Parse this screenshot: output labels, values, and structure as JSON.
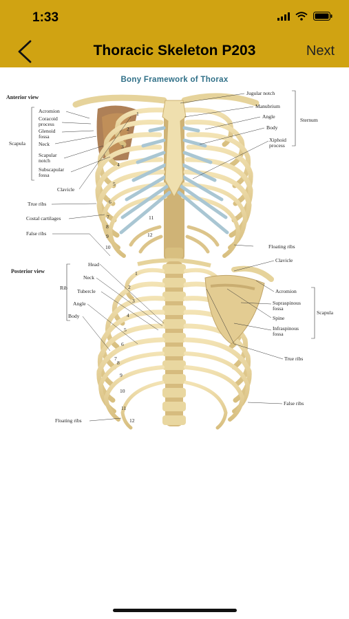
{
  "status": {
    "time": "1:33"
  },
  "nav": {
    "title": "Thoracic Skeleton P203",
    "next_label": "Next"
  },
  "figure": {
    "title": "Bony Framework of Thorax",
    "anterior": {
      "heading": "Anterior view",
      "left_labels": {
        "acromion": "Acromion",
        "coracoid1": "Coracoid",
        "coracoid2": "process",
        "glenoid1": "Glenoid",
        "glenoid2": "fossa",
        "neck": "Neck",
        "scapular1": "Scapular",
        "scapular2": "notch",
        "subscapular1": "Subscapular",
        "subscapular2": "fossa",
        "scapula_group": "Scapula",
        "clavicle": "Clavicle",
        "true_ribs": "True ribs",
        "costal": "Costal cartilages",
        "false_ribs": "False ribs"
      },
      "right_labels": {
        "jugular": "Jugular notch",
        "manubrium": "Manubrium",
        "angle": "Angle",
        "body": "Body",
        "xiphoid1": "Xiphoid",
        "xiphoid2": "process",
        "sternum_group": "Sternum",
        "floating": "Floating ribs"
      },
      "rib_numbers": [
        "1",
        "2",
        "3",
        "4",
        "5",
        "6",
        "7",
        "8",
        "9",
        "10",
        "11",
        "12"
      ]
    },
    "posterior": {
      "heading": "Posterior view",
      "left_labels": {
        "head": "Head",
        "neck": "Neck",
        "tubercle": "Tubercle",
        "angle": "Angle",
        "body": "Body",
        "rib_group": "Rib",
        "floating": "Floating ribs"
      },
      "right_labels": {
        "clavicle": "Clavicle",
        "acromion": "Acromion",
        "supraspinous1": "Supraspinous",
        "supraspinous2": "fossa",
        "spine": "Spine",
        "infraspinous1": "Infraspinous",
        "infraspinous2": "fossa",
        "scapula_group": "Scapula",
        "true_ribs": "True ribs",
        "false_ribs": "False ribs"
      },
      "rib_numbers": [
        "1",
        "2",
        "3",
        "4",
        "5",
        "6",
        "7",
        "8",
        "9",
        "10",
        "11",
        "12"
      ]
    }
  },
  "colors": {
    "header": "#d0a312",
    "bone": "#e8d49c",
    "cartilage": "#a9c6d3",
    "title": "#2f6f87"
  }
}
